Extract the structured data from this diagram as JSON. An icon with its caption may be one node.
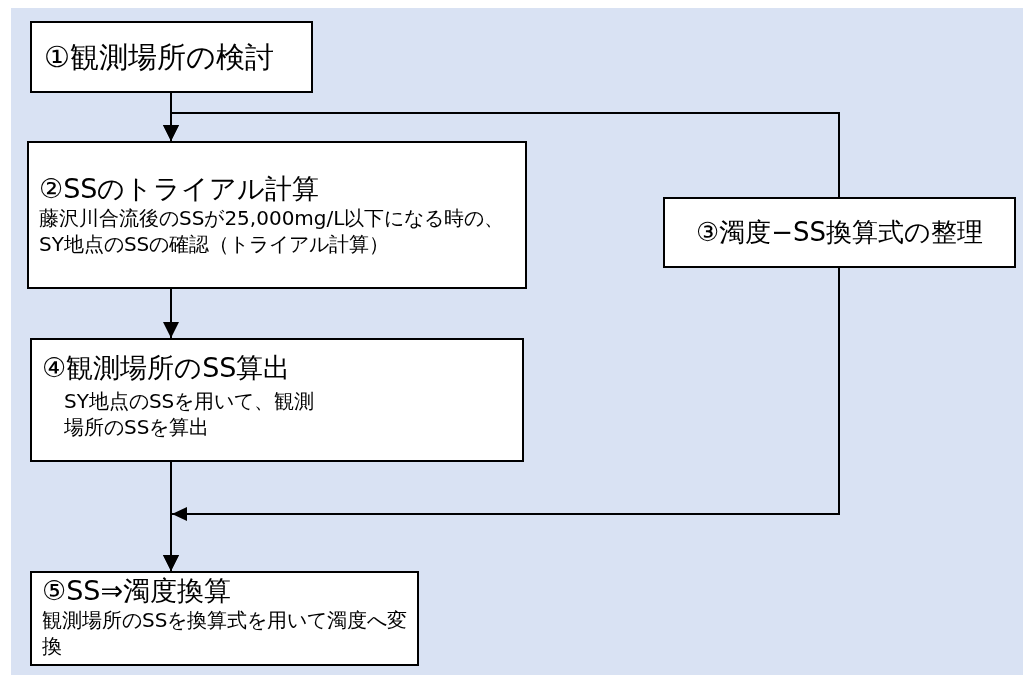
{
  "diagram": {
    "nodes": [
      {
        "text": [
          "①観測場所の検討"
        ]
      },
      {
        "text": [
          "②SSのトライアル計算",
          "藤沢川合流後のSSが25,000mg/L以下になる時の、SY地点のSSの確認（トライアル計算）"
        ]
      },
      {
        "text": [
          "③濁度−SS換算式の整理"
        ]
      },
      {
        "text": [
          "④観測場所のSS算出",
          "SY地点のSSを用いて、観測場所のSSを算出"
        ]
      },
      {
        "text": [
          "⑤SS⇒濁度換算",
          "観測場所のSSを換算式を用いて濁度へ変換"
        ]
      }
    ],
    "edges": [
      {
        "from": 0,
        "to": 1,
        "arrow": "to"
      },
      {
        "from": 2,
        "to": 1,
        "arrow": "to"
      },
      {
        "from": 1,
        "to": 3,
        "arrow": "to"
      },
      {
        "from": 3,
        "to": 4,
        "arrow": "to"
      },
      {
        "from": 2,
        "to": 4,
        "arrow": "to"
      }
    ]
  }
}
